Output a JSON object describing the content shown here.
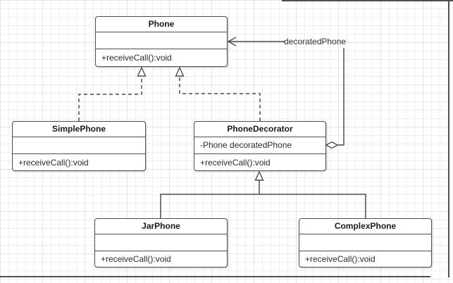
{
  "classes": {
    "phone": {
      "name": "Phone",
      "attributes": "",
      "methods": "+receiveCall():void"
    },
    "simple_phone": {
      "name": "SimplePhone",
      "attributes": "",
      "methods": "+receiveCall():void"
    },
    "phone_decorator": {
      "name": "PhoneDecorator",
      "attributes": "-Phone decoratedPhone",
      "methods": "+receiveCall():void"
    },
    "jar_phone": {
      "name": "JarPhone",
      "attributes": "",
      "methods": "+receiveCall():void"
    },
    "complex_phone": {
      "name": "ComplexPhone",
      "attributes": "",
      "methods": "+receiveCall():void"
    }
  },
  "relationships": {
    "association_label": "decoratedPhone",
    "list": [
      {
        "from": "SimplePhone",
        "to": "Phone",
        "type": "realization-dashed-hollow-triangle"
      },
      {
        "from": "PhoneDecorator",
        "to": "Phone",
        "type": "realization-dashed-hollow-triangle"
      },
      {
        "from": "JarPhone",
        "to": "PhoneDecorator",
        "type": "generalization-solid-hollow-triangle"
      },
      {
        "from": "ComplexPhone",
        "to": "PhoneDecorator",
        "type": "generalization-solid-hollow-triangle"
      },
      {
        "from": "PhoneDecorator",
        "to": "Phone",
        "type": "aggregation-association-hollow-diamond-open-arrow",
        "label": "decoratedPhone"
      }
    ]
  },
  "colors": {
    "stroke": "#4d4d4d",
    "text": "#2b2b2b",
    "grid_line": "#efefef",
    "background": "#ffffff"
  }
}
